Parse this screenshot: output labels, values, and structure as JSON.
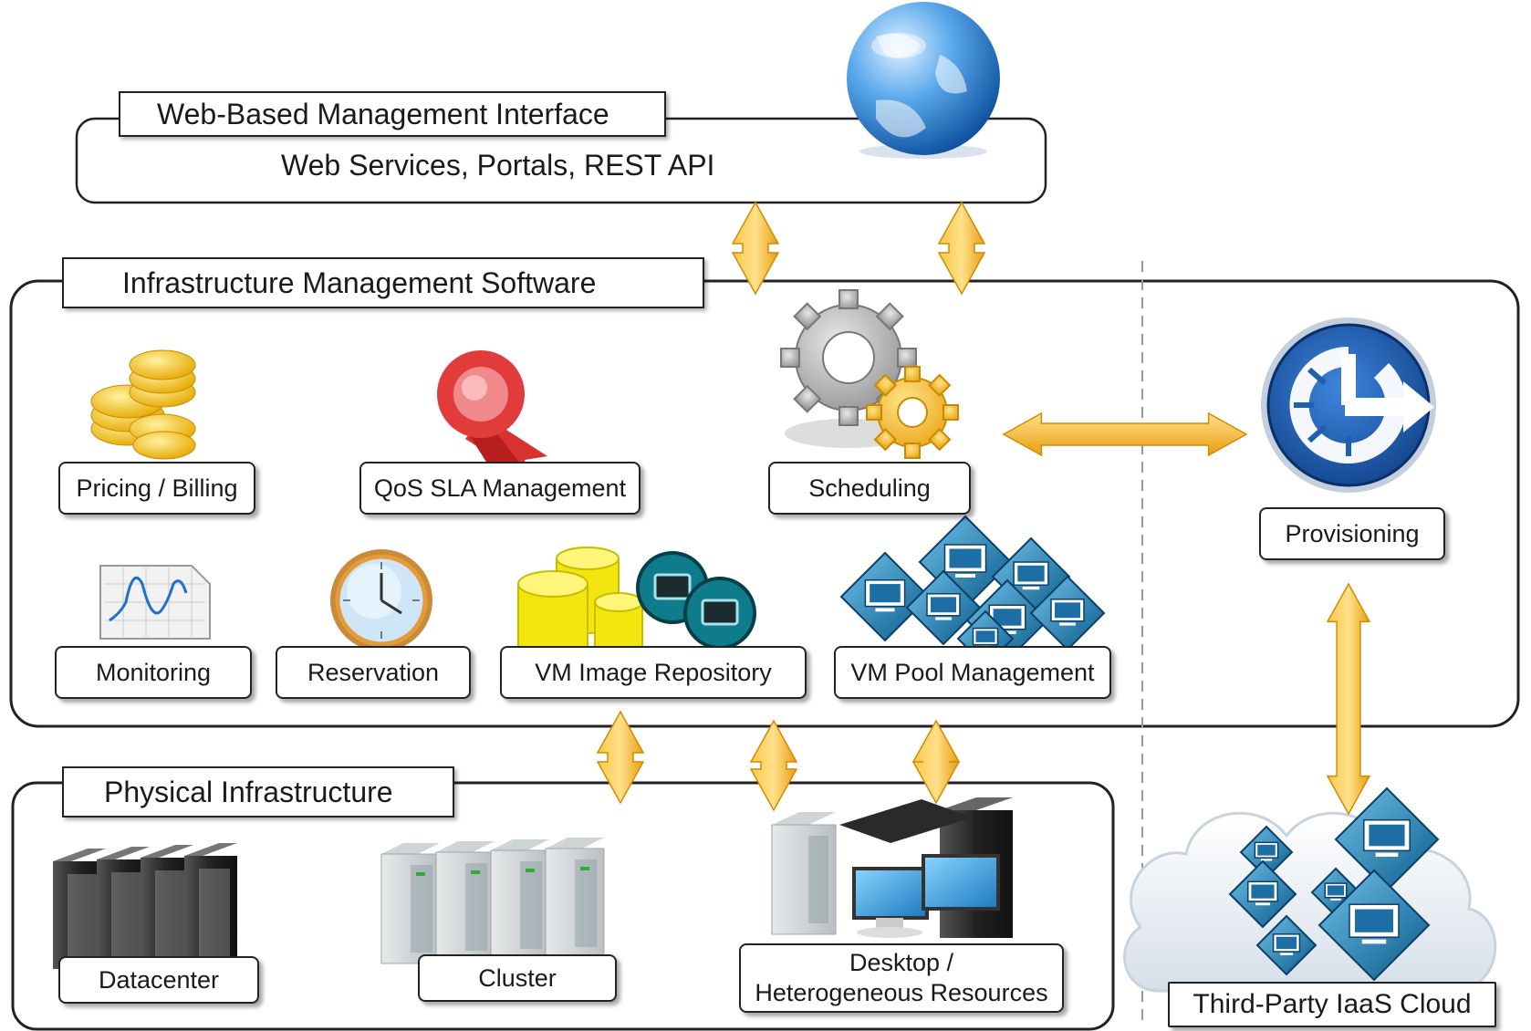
{
  "web_layer": {
    "title": "Web-Based Management Interface",
    "subtitle": "Web Services, Portals, REST API",
    "icon": "globe-icon"
  },
  "infra_layer": {
    "title": "Infrastructure Management Software",
    "components": {
      "pricing": "Pricing / Billing",
      "qos": "QoS SLA Management",
      "scheduling": "Scheduling",
      "monitoring": "Monitoring",
      "reservation": "Reservation",
      "vm_image": "VM Image Repository",
      "vm_pool": "VM Pool Management"
    },
    "icons": [
      "coins-icon",
      "ribbon-icon",
      "gears-icon",
      "chart-icon",
      "clock-icon",
      "database-icon",
      "vm-cluster-icon"
    ]
  },
  "provisioning": {
    "label": "Provisioning",
    "icon": "provisioning-icon"
  },
  "physical_layer": {
    "title": "Physical Infrastructure",
    "components": {
      "datacenter": "Datacenter",
      "cluster": "Cluster",
      "desktop_line1": "Desktop /",
      "desktop_line2": "Heterogeneous Resources"
    },
    "icons": [
      "datacenter-servers-icon",
      "cluster-servers-icon",
      "desktop-icon"
    ]
  },
  "cloud": {
    "label": "Third-Party IaaS Cloud",
    "icon": "cloud-icon"
  },
  "colors": {
    "arrow": "#f5b321",
    "arrow_dark": "#d48a00",
    "border": "#222222",
    "globe": "#2a78c8",
    "provisioning": "#1f5fae"
  }
}
